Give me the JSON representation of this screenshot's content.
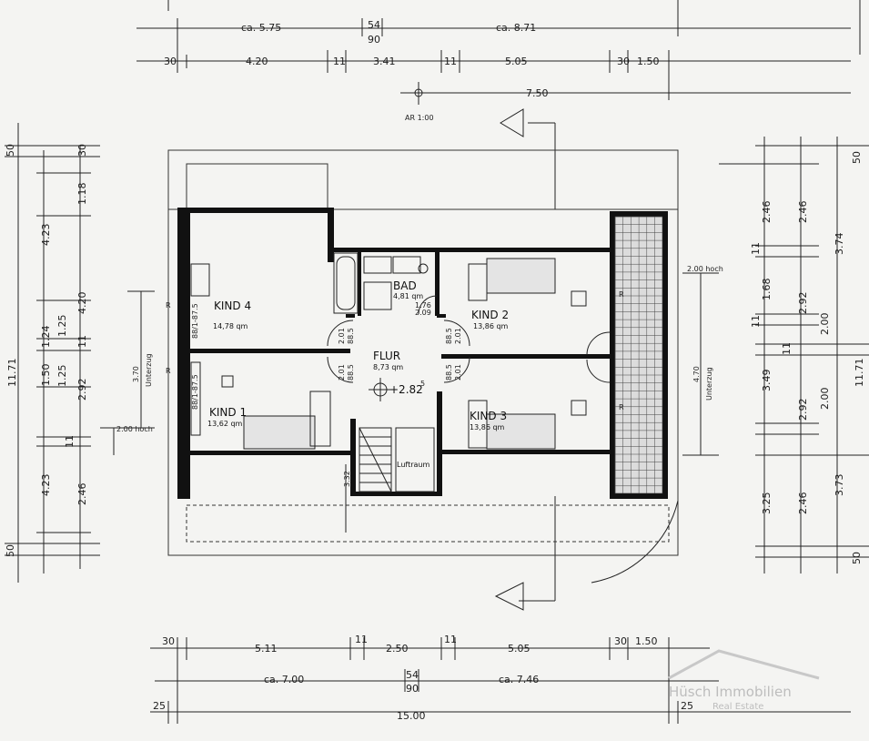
{
  "plan": {
    "rooms": {
      "kind4": {
        "name": "KIND 4",
        "area": "14,78 qm"
      },
      "kind1": {
        "name": "KIND 1",
        "area": "13,62 qm"
      },
      "kind2": {
        "name": "KIND 2",
        "area": "13,86 qm"
      },
      "kind3": {
        "name": "KIND 3",
        "area": "13,86 qm"
      },
      "bad": {
        "name": "BAD",
        "area": "4,81 qm"
      },
      "flur": {
        "name": "FLUR",
        "area": "8,73 qm"
      },
      "luftraum": {
        "name": "Luftraum"
      }
    },
    "level": "+2.82",
    "level_sup": "5",
    "top_dims": {
      "row1_left": "ca. 5.75",
      "row1_mid_top": "54",
      "row1_mid_bottom": "90",
      "row1_right": "ca. 8.71",
      "row2": [
        "30",
        "4.20",
        "11",
        "3.41",
        "11",
        "5.05",
        "30",
        "1.50"
      ],
      "row3": "7.50",
      "section": "AR 1:00"
    },
    "bottom_dims": {
      "row1": [
        "30",
        "5.11",
        "11",
        "2.50",
        "11",
        "5.05",
        "30",
        "1.50"
      ],
      "row2_left": "ca. 7.00",
      "row2_mid_top": "54",
      "row2_mid_bottom": "90",
      "row2_right": "ca. 7.46",
      "row3_left": "25",
      "row3_mid": "15.00",
      "row3_right": "25"
    },
    "left_dims": {
      "outer": "11.71",
      "col2": [
        "4.23",
        "1.24",
        "1.50",
        "4.23"
      ],
      "col3": [
        "30",
        "1.18",
        "1.25",
        "1.25",
        "2.46"
      ],
      "col4": [
        "4.20",
        "11",
        "2.92",
        "11"
      ],
      "top": "50",
      "bottom": "50",
      "unterzug": "Unterzug",
      "unterzug_val": "3.70",
      "note": "2.00 hoch"
    },
    "right_dims": {
      "outer": "11.71",
      "col1": [
        "2.46",
        "11",
        "1.68",
        "11",
        "3.49",
        "11",
        "3.25"
      ],
      "col2": [
        "2.46",
        "2.92",
        "2.92",
        "2.46"
      ],
      "col3": [
        "3.74",
        "2.00",
        "2.00",
        "3.73"
      ],
      "top": "50",
      "bottom": "50",
      "unterzug": "Unterzug",
      "unterzug_val": "4.70",
      "note": "2.00 hoch"
    },
    "door_labels": [
      "88.5",
      "2.01",
      "88.5",
      "2.01",
      "88.5",
      "2.01",
      "88.5",
      "2.01",
      "1.76",
      "2.09"
    ],
    "stair_dim": "3.32",
    "window_labels": [
      "88/1-87.5",
      "88/1-87.5"
    ],
    "r_marks": [
      "R",
      "R",
      "R",
      "R"
    ]
  },
  "watermark": {
    "brand": "Hüsch Immobilien",
    "sub": "Real Estate"
  }
}
